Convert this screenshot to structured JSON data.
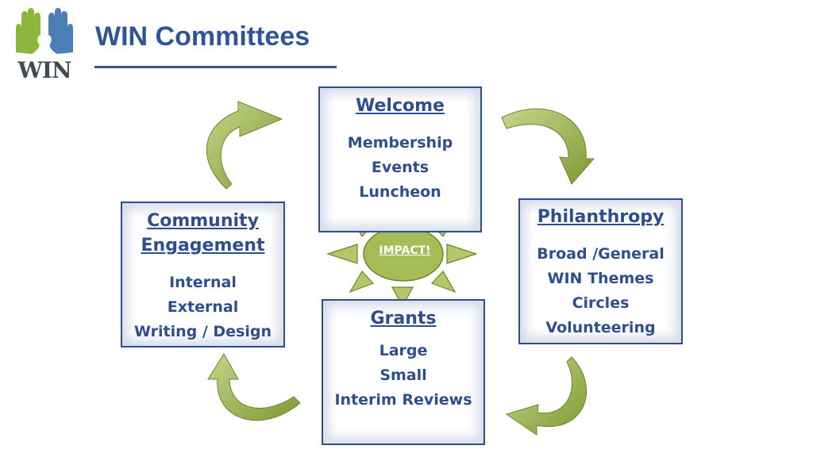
{
  "header": {
    "title": "WIN Committees",
    "logo_text": "WIN",
    "logo_icon": "hands-heart-icon"
  },
  "boxes": {
    "welcome": {
      "heading": "Welcome",
      "items": [
        "Membership",
        "Events",
        "Luncheon"
      ]
    },
    "community": {
      "heading_line1": "Community",
      "heading_line2": "Engagement",
      "items": [
        "Internal",
        "External",
        "Writing / Design"
      ]
    },
    "philanthropy": {
      "heading": "Philanthropy",
      "items": [
        "Broad /General",
        "WIN Themes",
        "Circles",
        "Volunteering"
      ]
    },
    "grants": {
      "heading": "Grants",
      "items": [
        "Large",
        "Small",
        "Interim Reviews"
      ]
    }
  },
  "center": {
    "label": "IMPACT!"
  },
  "colors": {
    "title_blue": "#2e5597",
    "box_border": "#2e4f8f",
    "arrow_green": "#8fa83e",
    "arrow_green_light": "#c5d68b",
    "logo_blue": "#4a7fb5",
    "logo_green": "#8cb63c",
    "logo_grey": "#3f4b55"
  }
}
